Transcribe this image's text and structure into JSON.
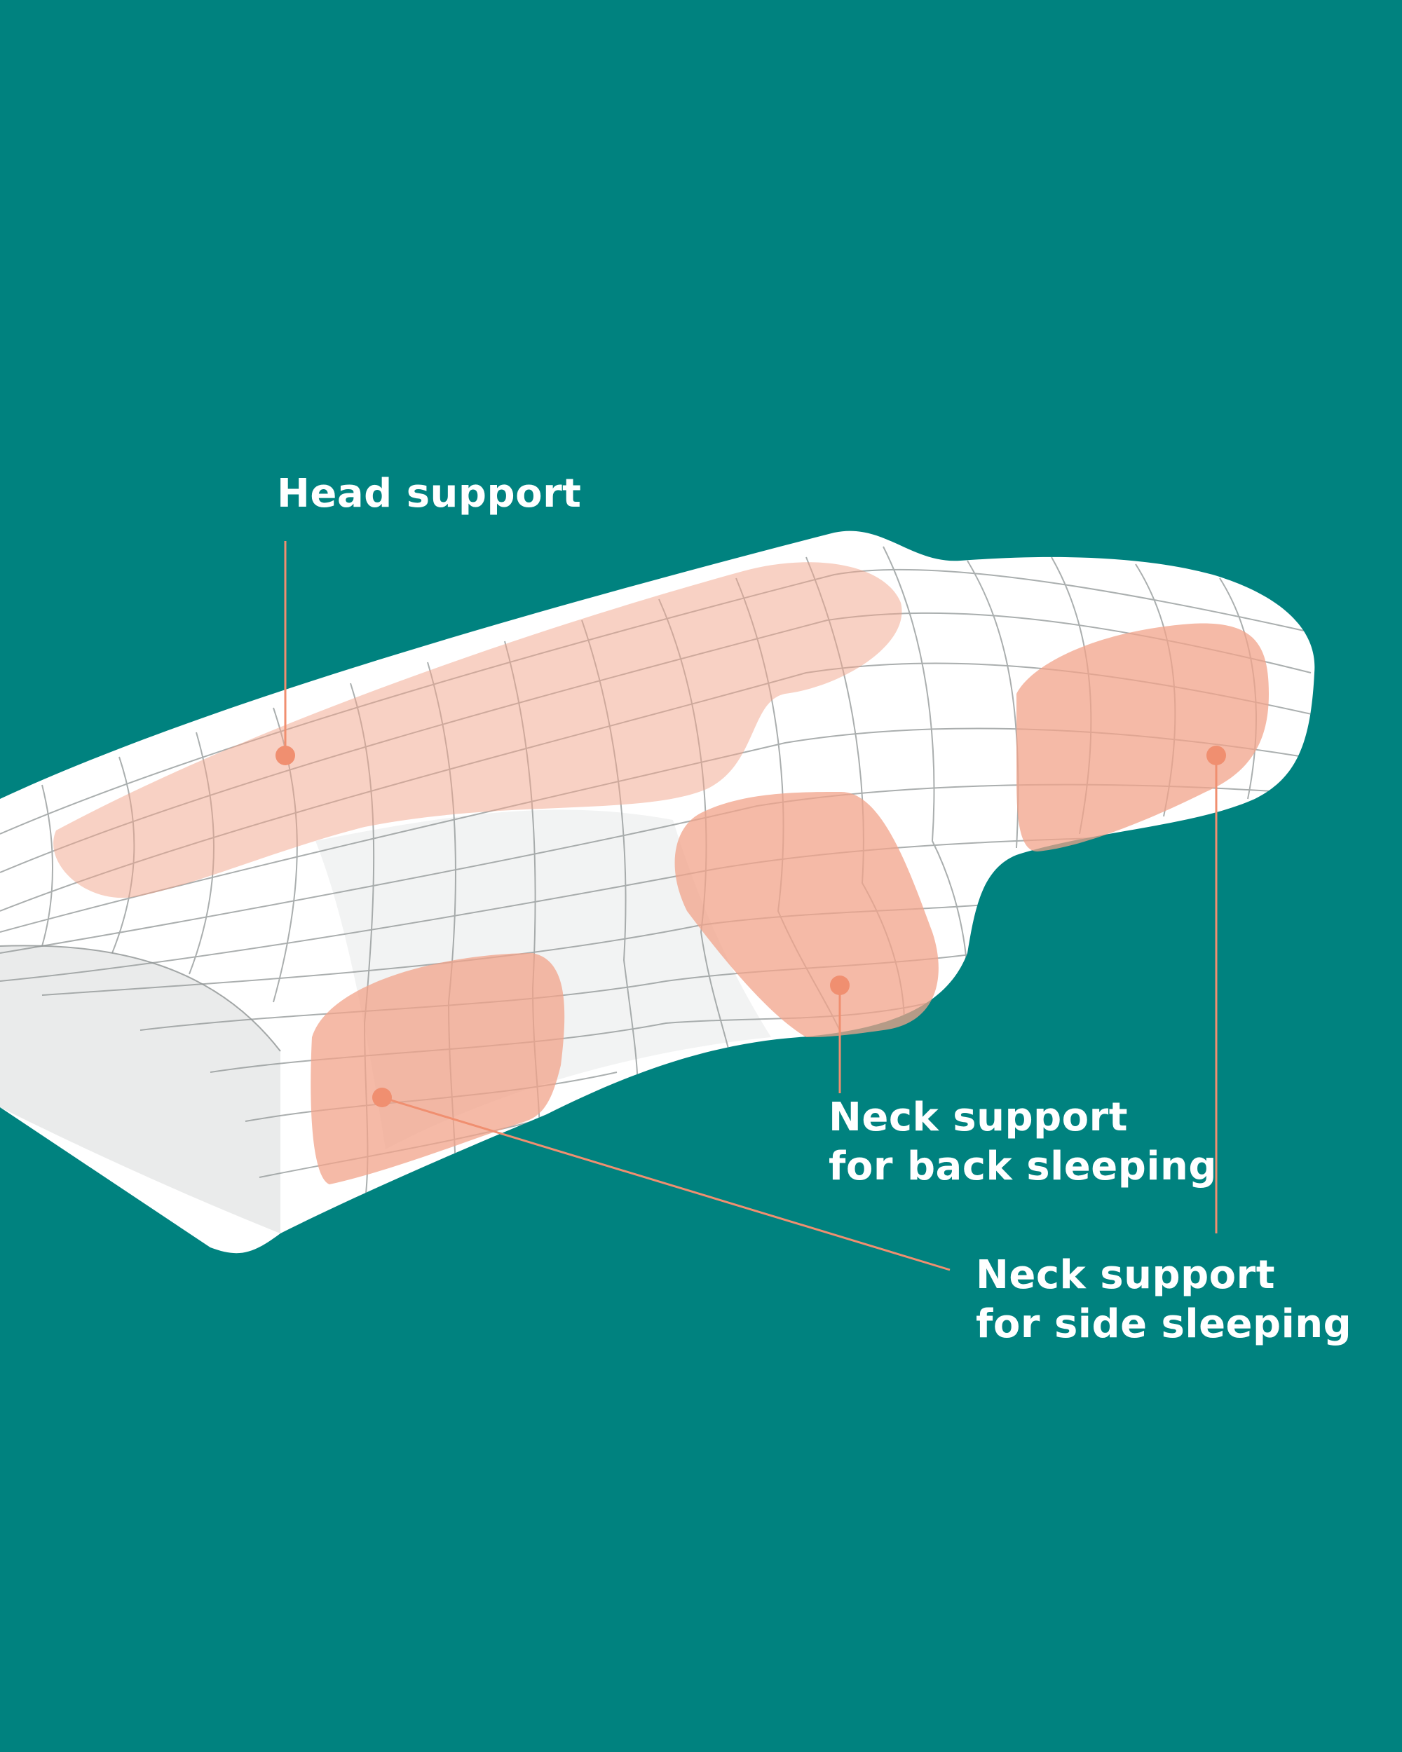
{
  "colors": {
    "background": "#00827F",
    "pillow": "#FFFFFF",
    "pillow_shade": "#E6E8E8",
    "grid_line": "#8E9494",
    "zone": "#F2A38A",
    "leader": "#F08F70"
  },
  "callouts": {
    "head": {
      "line1": "Head support"
    },
    "back": {
      "line1": "Neck support",
      "line2": "for back sleeping"
    },
    "side": {
      "line1": "Neck support",
      "line2": "for side sleeping"
    }
  }
}
